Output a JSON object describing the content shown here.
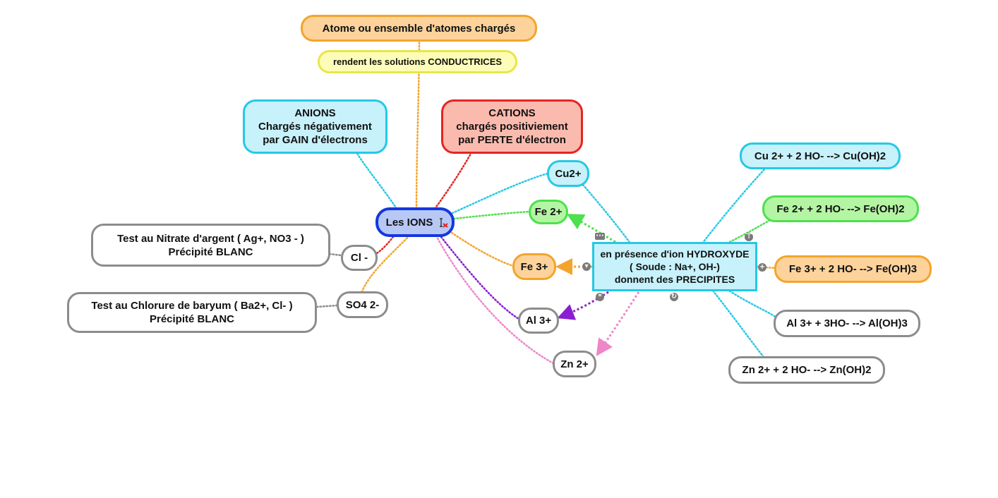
{
  "nodes": {
    "center": {
      "text": "Les IONS"
    },
    "top": {
      "text": "Atome ou ensemble d'atomes chargés"
    },
    "conductrices": {
      "text": "rendent les solutions CONDUCTRICES"
    },
    "anions": {
      "lines": [
        "ANIONS",
        "Chargés négativement",
        "par GAIN d'électrons"
      ]
    },
    "cations": {
      "lines": [
        "CATIONS",
        "chargés positiviement",
        "par PERTE d'électron"
      ]
    },
    "cl": {
      "text": "Cl -"
    },
    "so4": {
      "text": "SO4 2-"
    },
    "test_nitrate": {
      "lines": [
        "Test au Nitrate d'argent ( Ag+, NO3 - )",
        "Précipité BLANC"
      ]
    },
    "test_chlorure": {
      "lines": [
        "Test au Chlorure de baryum ( Ba2+, Cl- )",
        "Précipité BLANC"
      ]
    },
    "cu2": {
      "text": "Cu2+"
    },
    "fe2": {
      "text": "Fe 2+"
    },
    "fe3": {
      "text": "Fe 3+"
    },
    "al3": {
      "text": "Al 3+"
    },
    "zn2": {
      "text": "Zn 2+"
    },
    "hydroxyde": {
      "lines": [
        "en présence d'ion HYDROXYDE",
        "( Soude : Na+, OH-)",
        "donnent des PRECIPITES"
      ]
    },
    "r_cu": {
      "text": "Cu 2+ + 2 HO- --> Cu(OH)2"
    },
    "r_fe2": {
      "text": "Fe 2+ + 2 HO- --> Fe(OH)2"
    },
    "r_fe3": {
      "text": "Fe 3+ + 2 HO- --> Fe(OH)3"
    },
    "r_al": {
      "text": "Al 3+ + 3HO- --> Al(OH)3"
    },
    "r_zn": {
      "text": "Zn 2+ + 2 HO- --> Zn(OH)2"
    }
  },
  "icons": {
    "cursor": "edit-cursor-icon",
    "hydroxyde_controls": [
      "menu-icon",
      "collapse-icon",
      "add-icon",
      "move-icon",
      "rotate-icon",
      "expand-icon"
    ]
  },
  "colors": {
    "gray": "#8c8c8c",
    "cyan": "#25c8e6",
    "green": "#4ce14c",
    "orange": "#f4a42c",
    "red": "#e52424",
    "yellow": "#e9e54a",
    "blue": "#1337e0",
    "purple": "#8a1fd0",
    "pink": "#ee86c8"
  }
}
